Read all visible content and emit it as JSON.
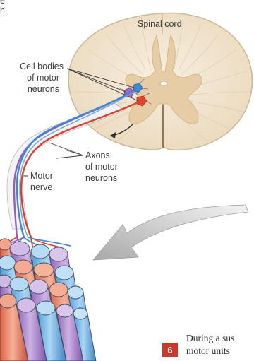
{
  "labels": {
    "spinal_cord": "Spinal cord",
    "cell_bodies_line1": "Cell bodies",
    "cell_bodies_line2": "of motor",
    "cell_bodies_line3": "neurons",
    "axons_line1": "Axons",
    "axons_line2": "of motor",
    "axons_line3": "neurons",
    "motor_nerve_line1": "Motor",
    "motor_nerve_line2": "nerve",
    "top_fragment_1": "e",
    "top_fragment_2": "h"
  },
  "caption": {
    "step_number": "6",
    "line1": "During a sus",
    "line2": "motor units"
  },
  "colors": {
    "cord_fill": "#f3e7d3",
    "grey_matter": "#e2c9a2",
    "neuron_blue": "#3f86d3",
    "neuron_purple": "#9360b9",
    "neuron_red": "#d9412d",
    "muscle_blue": "#7bb9e6",
    "muscle_purple": "#b189cf",
    "muscle_red": "#ec7b5c",
    "arrow_grey": "#bcbcbc",
    "step_red": "#c9382a"
  }
}
